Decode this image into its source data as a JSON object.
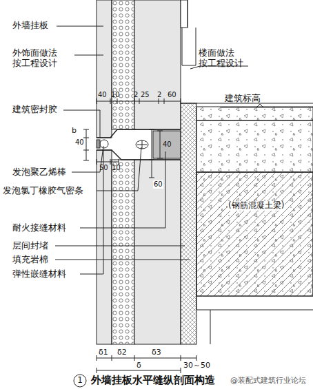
{
  "diagram": {
    "title": "外墙挂板水平缝纵剖面构造",
    "labels": [
      "外墙挂板",
      "外饰面做法 按工程设计",
      "建筑密封胶",
      "发泡聚乙烯棒",
      "发泡氯丁橡胶气密条",
      "耐火接缝材料",
      "层间封堵",
      "填充岩棉",
      "弹性嵌缝材料",
      "楼面做法 按工程设计",
      "建筑标高",
      "(钢筋混凝土梁)",
      "40",
      "10",
      "2",
      "25",
      "2",
      "60",
      "b",
      "40",
      "50",
      "10",
      "60",
      "40",
      "δ1",
      "δ2",
      "δ3",
      "δ",
      "30～50",
      "1",
      "@装配式建筑行业论坛"
    ]
  }
}
